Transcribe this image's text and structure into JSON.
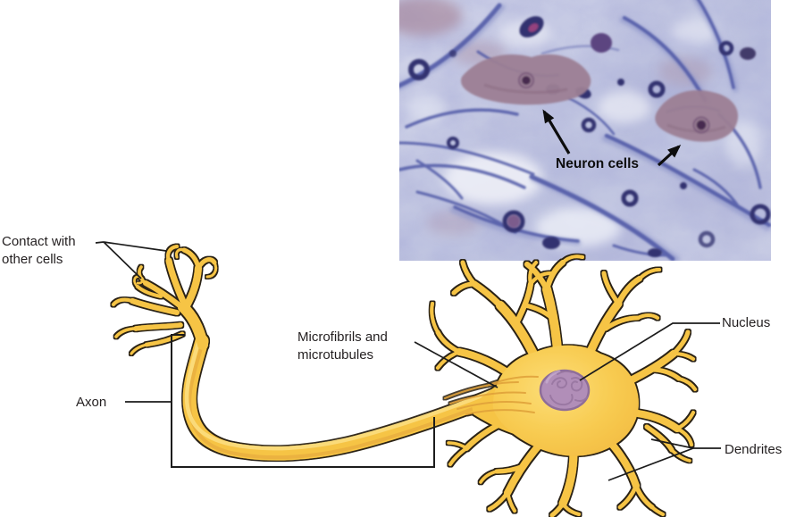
{
  "micrograph": {
    "label": "Neuron cells"
  },
  "labels": {
    "contact": "Contact with\nother cells",
    "axon": "Axon",
    "microfibrils": "Microfibrils and\nmicrotubules",
    "nucleus": "Nucleus",
    "dendrites": "Dendrites"
  },
  "colors": {
    "neuron_yellow": "#F6C445",
    "neuron_highlight": "#FBDC7C",
    "neuron_shadow": "#DFA039",
    "neuron_outline": "#2A2113",
    "nucleus_fill": "#B18EB8",
    "nucleus_stroke": "#8E6D99",
    "nucleus_detail": "#97749F",
    "label_text": "#231F20",
    "leader_line": "#1C1C1C",
    "micro_base": "#C5C9E3",
    "micro_fiber": "#4D57A5",
    "micro_fiber_light": "#8D94C9",
    "micro_dark": "#32336F",
    "micro_soma": "#9C7E93",
    "micro_nucleolus": "#46294F",
    "micro_light_patch": "#EEF0F7",
    "arrow_black": "#0D0D0D"
  }
}
